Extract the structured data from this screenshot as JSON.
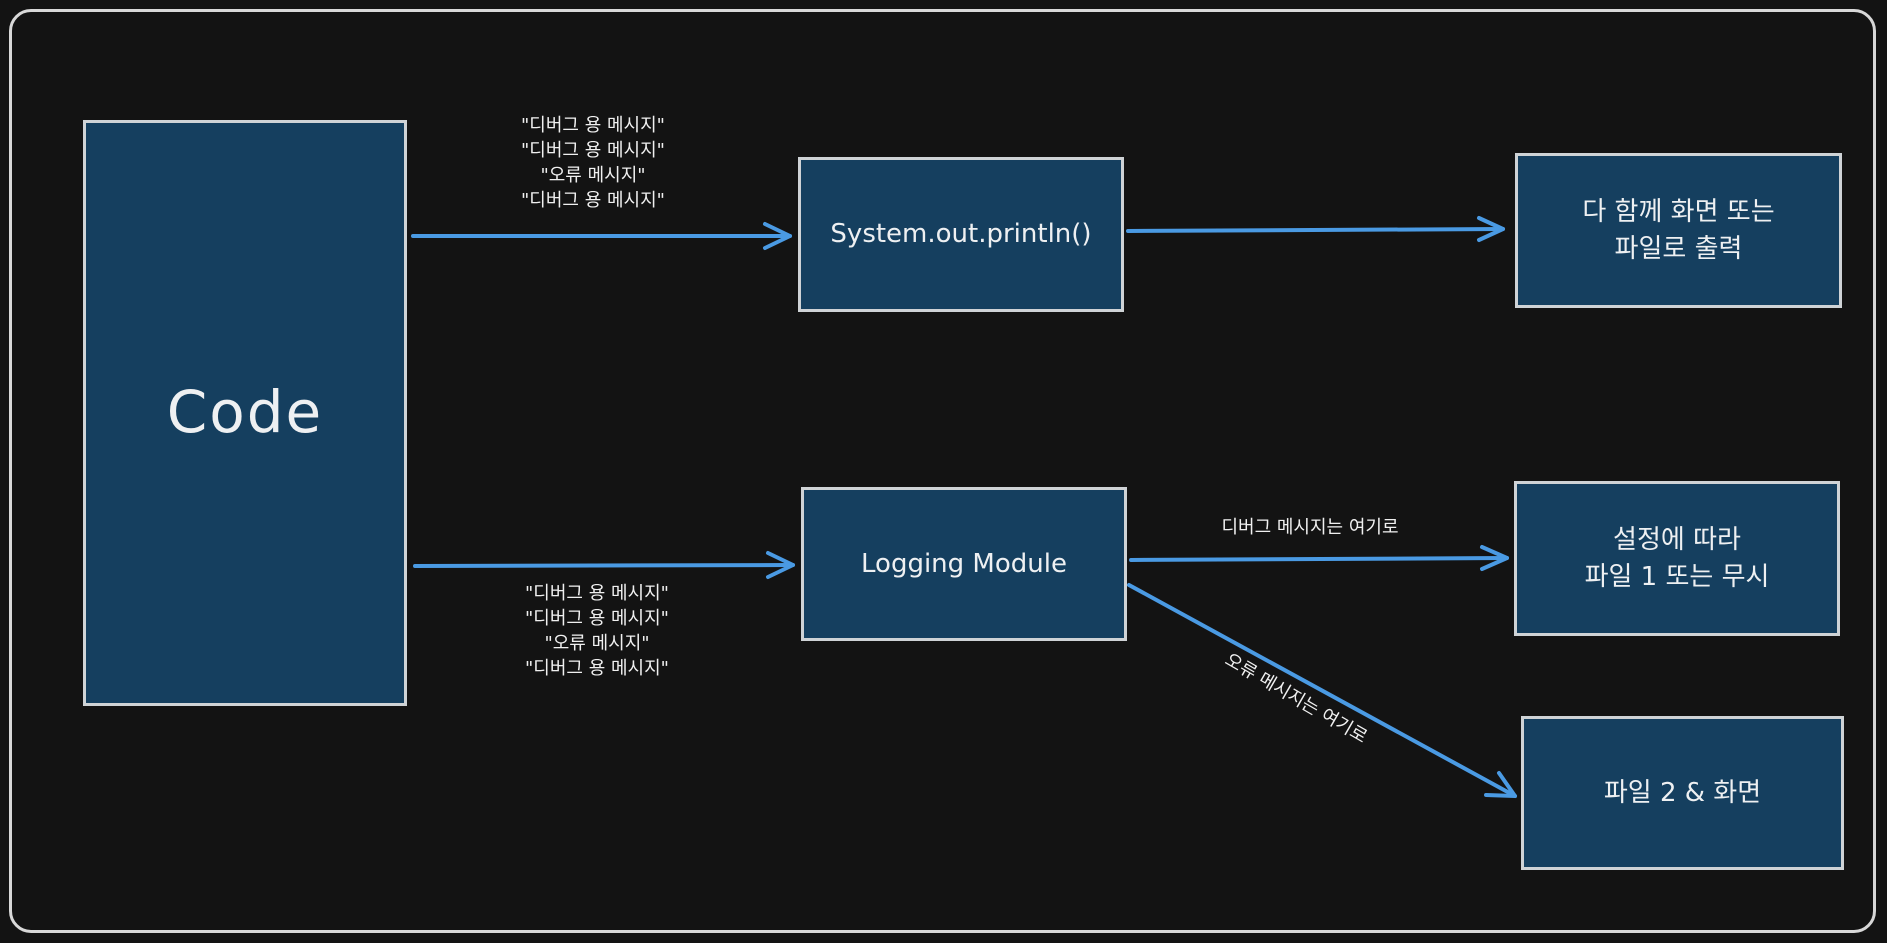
{
  "colors": {
    "background": "#131313",
    "box_fill": "#153f5f",
    "box_border": "#cfd3d6",
    "arrow": "#4a9ae3",
    "text": "#eef0f2"
  },
  "nodes": {
    "code": "Code",
    "sysout": "System.out.println()",
    "logging": "Logging Module",
    "out1": "다 함께 화면 또는\n파일로 출력",
    "out2": "설정에 따라\n파일 1 또는 무시",
    "out3": "파일 2 & 화면"
  },
  "messages_top": [
    "\"디버그 용 메시지\"",
    "\"디버그 용 메시지\"",
    "\"오류 메시지\"",
    "\"디버그 용 메시지\""
  ],
  "messages_bottom": [
    "\"디버그 용 메시지\"",
    "\"디버그 용 메시지\"",
    "\"오류 메시지\"",
    "\"디버그 용 메시지\""
  ],
  "edge_labels": {
    "debug": "디버그 메시지는 여기로",
    "error": "오류 메시지는 여기로"
  }
}
